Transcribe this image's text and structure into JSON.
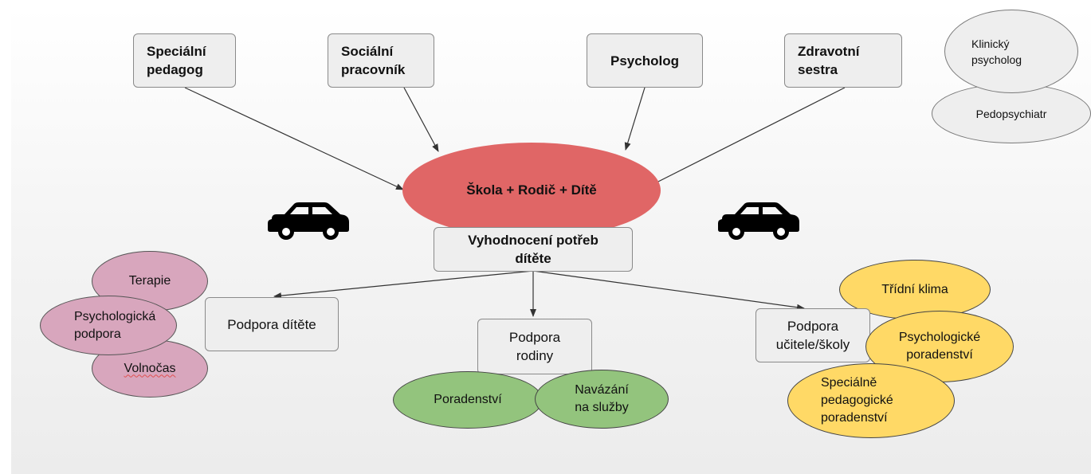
{
  "professionals": [
    {
      "label": "Speciální\npedagog"
    },
    {
      "label": "Sociální\npracovník"
    },
    {
      "label": "Psycholog"
    },
    {
      "label": "Zdravotní\nsestra"
    }
  ],
  "external_specialists": [
    {
      "label": "Klinický\npsycholog"
    },
    {
      "label": "Pedopsychiatr"
    }
  ],
  "center": {
    "label": "Škola + Rodič + Dítě",
    "color": "#e06666"
  },
  "assessment": {
    "label": "Vyhodnocení potřeb\ndítěte"
  },
  "support_child": {
    "label": "Podpora dítěte",
    "color": "#d8a6bd",
    "items": [
      "Terapie",
      "Psychologická\npodpora",
      "Volnočas"
    ]
  },
  "support_family": {
    "label": "Podpora\nrodiny",
    "color": "#93c47d",
    "items": [
      "Poradenství",
      "Navázání\nna služby"
    ]
  },
  "support_teacher": {
    "label": "Podpora\nučitele/školy",
    "color": "#ffd966",
    "items": [
      "Třídní klima",
      "Psychologické\nporadenství",
      "Speciálně\npedagogické\nporadenství"
    ]
  },
  "icons": [
    "car-icon",
    "car-icon"
  ]
}
